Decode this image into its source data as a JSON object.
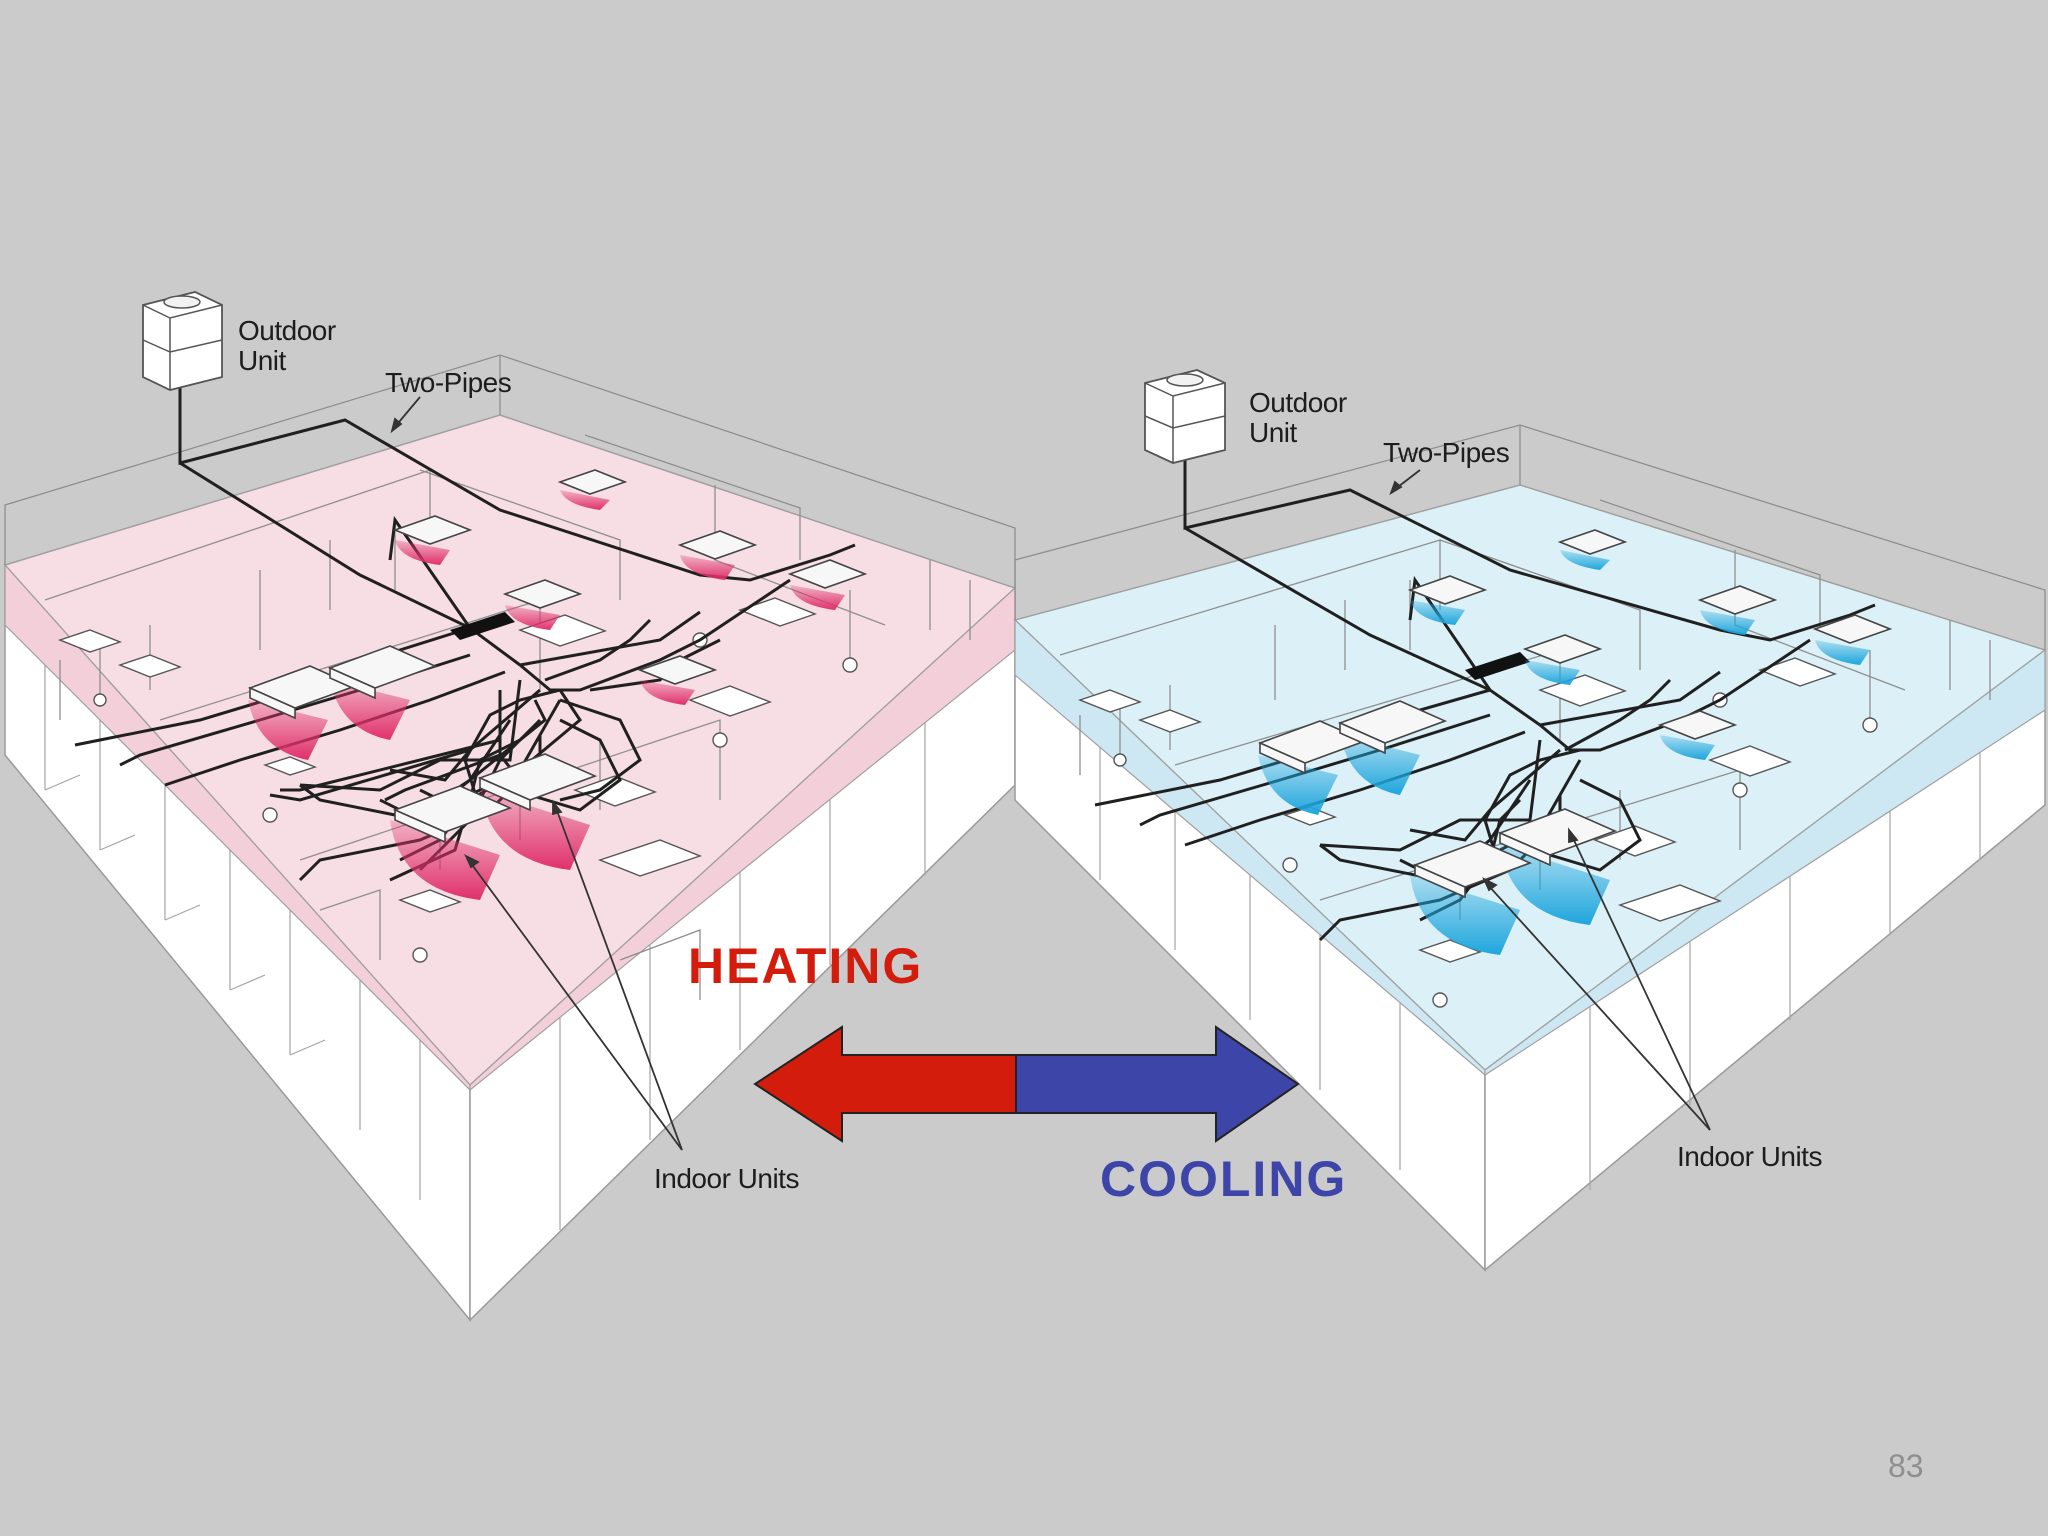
{
  "heating_diagram": {
    "outdoor_unit_label": "Outdoor\nUnit",
    "two_pipes_label": "Two-Pipes",
    "indoor_units_label": "Indoor Units",
    "tint": "#f7dde4",
    "air_color": "#e0306b"
  },
  "cooling_diagram": {
    "outdoor_unit_label": "Outdoor\nUnit",
    "two_pipes_label": "Two-Pipes",
    "indoor_units_label": "Indoor Units",
    "tint": "#dcf0f8",
    "air_color": "#1ea6dd"
  },
  "mode_arrow": {
    "heating_label": "HEATING",
    "cooling_label": "COOLING",
    "heating_color": "#d41c0c",
    "cooling_color": "#3d45a8"
  },
  "page_number": "83"
}
